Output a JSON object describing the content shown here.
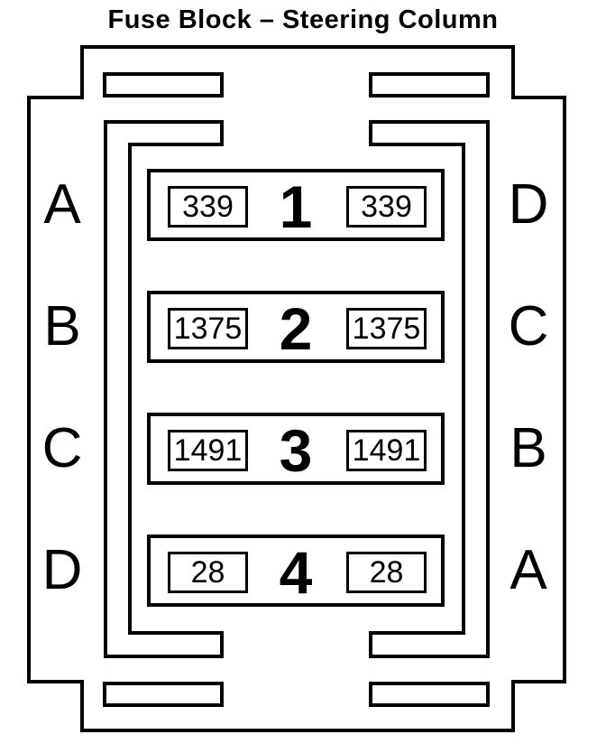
{
  "title": "Fuse Block – Steering Column",
  "colors": {
    "line": "#000000",
    "background": "#ffffff"
  },
  "fuse_block": {
    "left_side_labels": [
      "A",
      "B",
      "C",
      "D"
    ],
    "right_side_labels": [
      "D",
      "C",
      "B",
      "A"
    ],
    "rows": [
      {
        "position": "1",
        "left_circuit": "339",
        "right_circuit": "339"
      },
      {
        "position": "2",
        "left_circuit": "1375",
        "right_circuit": "1375"
      },
      {
        "position": "3",
        "left_circuit": "1491",
        "right_circuit": "1491"
      },
      {
        "position": "4",
        "left_circuit": "28",
        "right_circuit": "28"
      }
    ]
  }
}
